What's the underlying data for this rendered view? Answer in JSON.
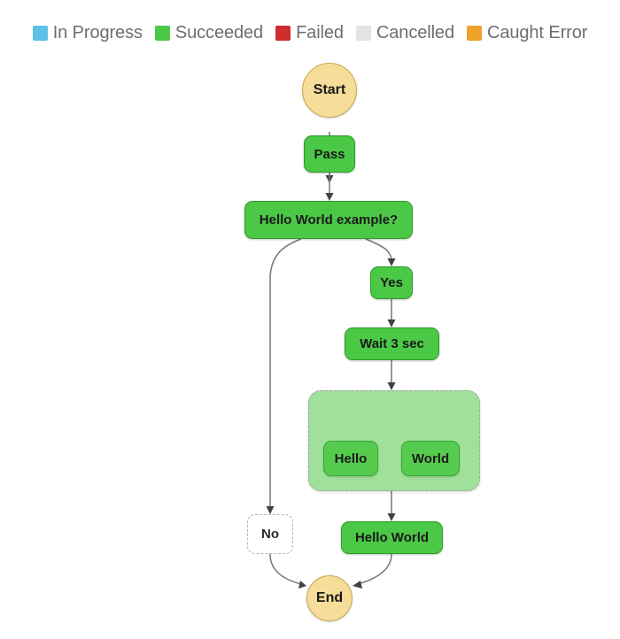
{
  "legend": {
    "items": [
      {
        "label": "In Progress",
        "color": "#5cc0e8",
        "icon": "legend-swatch-in-progress"
      },
      {
        "label": "Succeeded",
        "color": "#4bc846",
        "icon": "legend-swatch-succeeded"
      },
      {
        "label": "Failed",
        "color": "#cf2e2e",
        "icon": "legend-swatch-failed"
      },
      {
        "label": "Cancelled",
        "color": "#e3e3e3",
        "icon": "legend-swatch-cancelled"
      },
      {
        "label": "Caught Error",
        "color": "#eea12b",
        "icon": "legend-swatch-caught-error"
      }
    ]
  },
  "graph": {
    "nodes": {
      "start": {
        "label": "Start",
        "type": "terminal"
      },
      "pass": {
        "label": "Pass",
        "type": "task"
      },
      "choice": {
        "label": "Hello World example?",
        "type": "task"
      },
      "yes": {
        "label": "Yes",
        "type": "task"
      },
      "wait": {
        "label": "Wait 3 sec",
        "type": "task"
      },
      "parallel_hello": {
        "label": "Hello",
        "type": "inner"
      },
      "parallel_world": {
        "label": "World",
        "type": "inner"
      },
      "hello_world": {
        "label": "Hello World",
        "type": "task"
      },
      "no": {
        "label": "No",
        "type": "branch"
      },
      "end": {
        "label": "End",
        "type": "terminal"
      }
    }
  },
  "colors": {
    "succeeded_fill": "#4bc846",
    "succeeded_stroke": "#2e9b2a",
    "terminal_fill": "#f6dd9a",
    "terminal_stroke": "#c8a94e",
    "parallel_container_fill": "#9fe09b",
    "inner_fill": "#56cc4f",
    "edge_stroke": "#74767a",
    "canvas_background": "#ffffff",
    "legend_text": "#6e6e6e"
  }
}
